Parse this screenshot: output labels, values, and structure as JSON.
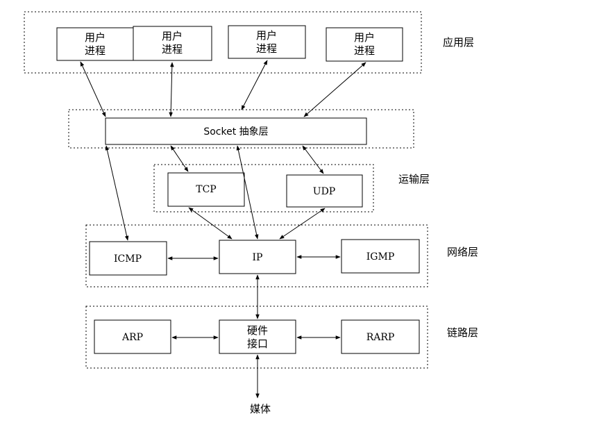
{
  "layers": {
    "application": "应用层",
    "transport": "运输层",
    "network": "网络层",
    "link": "链路层"
  },
  "nodes": {
    "user_process_line1": "用户",
    "user_process_line2": "进程",
    "socket": "Socket 抽象层",
    "tcp": "TCP",
    "udp": "UDP",
    "icmp": "ICMP",
    "ip": "IP",
    "igmp": "IGMP",
    "arp": "ARP",
    "hw_line1": "硬件",
    "hw_line2": "接口",
    "rarp": "RARP",
    "media": "媒体"
  }
}
